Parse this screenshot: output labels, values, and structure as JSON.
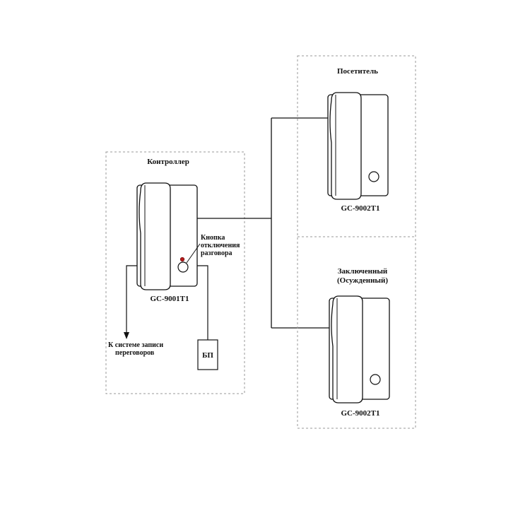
{
  "colors": {
    "line": "#111111",
    "dashed_border": "#9a9a9a",
    "indicator_led": "#b31b1b",
    "background": "#ffffff"
  },
  "controller_group": {
    "title": "Контроллер",
    "device_model": "GC-9001T1",
    "button_label_lines": [
      "Кнопка",
      "отключения",
      "разговора"
    ],
    "recording_label_lines": [
      "К системе записи",
      "переговоров"
    ],
    "power_supply_label": "БП"
  },
  "visitor_group": {
    "title": "Посетитель",
    "device_model": "GC-9002T1"
  },
  "prisoner_group": {
    "title_lines": [
      "Заключенный",
      "(Осужденный)"
    ],
    "device_model": "GC-9002T1"
  }
}
